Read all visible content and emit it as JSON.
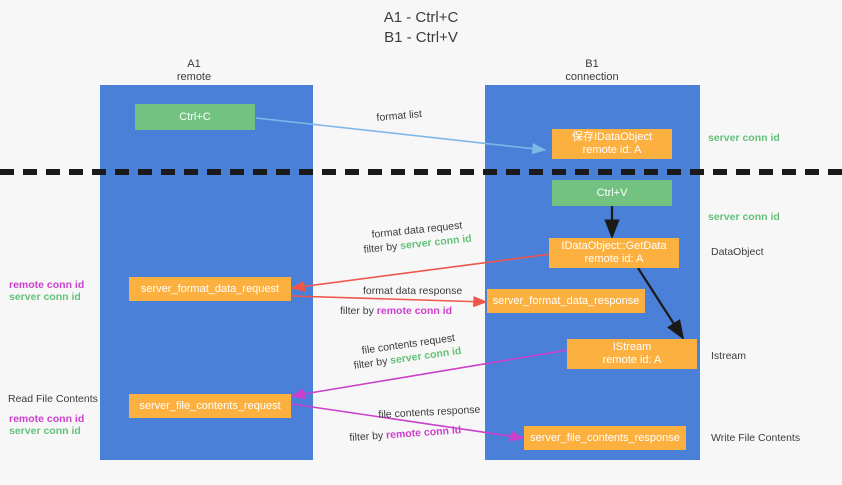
{
  "title": {
    "line1": "A1 - Ctrl+C",
    "line2": "B1 - Ctrl+V"
  },
  "columns": [
    {
      "name": "A1",
      "sub": "remote"
    },
    {
      "name": "B1",
      "sub": "connection"
    }
  ],
  "nodes": {
    "ctrl_c": {
      "label": "Ctrl+C"
    },
    "save_idataobject": {
      "line1": "保存IDataObject",
      "line2": "remote id: A"
    },
    "ctrl_v": {
      "label": "Ctrl+V"
    },
    "getdata": {
      "line1": "IDataObject::GetData",
      "line2": "remote id: A"
    },
    "server_format_data_request": {
      "label": "server_format_data_request"
    },
    "server_format_data_response": {
      "label": "server_format_data_response"
    },
    "istream": {
      "line1": "IStream",
      "line2": "remote id: A"
    },
    "server_file_contents_request": {
      "label": "server_file_contents_request"
    },
    "server_file_contents_response": {
      "label": "server_file_contents_response"
    }
  },
  "edges": {
    "format_list": "format list",
    "format_data_request": "format data request",
    "format_data_request_filter_prefix": "filter by ",
    "format_data_request_filter_value": "server conn id",
    "format_data_response": "format data response",
    "format_data_response_filter_prefix": "filter by ",
    "format_data_response_filter_value": "remote conn id",
    "file_contents_request": "file contents request",
    "file_contents_request_filter_prefix": "filter by ",
    "file_contents_request_filter_value": "server conn id",
    "file_contents_response": "file contents response",
    "file_contents_response_filter_prefix": "filter by ",
    "file_contents_response_filter_value": "remote conn id"
  },
  "right_labels": {
    "server_conn_id_top": "server conn id",
    "server_conn_id_mid": "server conn id",
    "dataobject": "DataObject",
    "istream": "Istream",
    "write_file_contents": "Write File Contents"
  },
  "left_labels": {
    "remote_conn_id_1": "remote conn id",
    "server_conn_id_1": "server conn id",
    "read_file_contents": "Read File Contents",
    "remote_conn_id_2": "remote conn id",
    "server_conn_id_2": "server conn id"
  },
  "colors": {
    "lane": "#4a80d8",
    "green_node": "#73c282",
    "orange_node": "#fbb040",
    "green_text": "#63c178",
    "magenta_text": "#cc3fcc",
    "light_blue_arrow": "#7fb8e8",
    "red_arrow": "#f0564a",
    "dark_arrow": "#1a1a1a",
    "magenta_arrow": "#cc3fcc",
    "background": "#f7f7f7"
  }
}
